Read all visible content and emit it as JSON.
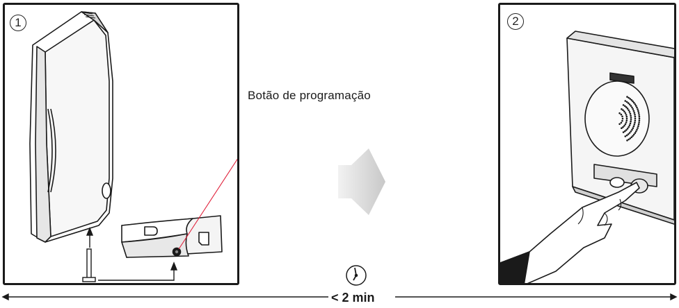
{
  "steps": [
    {
      "number": "1"
    },
    {
      "number": "2"
    }
  ],
  "callout": {
    "label": "Botão de programação"
  },
  "timeline": {
    "duration_label": "< 2 min"
  },
  "icons": [
    "intercom-handset-icon",
    "wall-base-icon",
    "programming-button-icon",
    "next-step-arrow-icon",
    "door-panel-icon",
    "pointing-hand-icon",
    "clock-icon"
  ],
  "colors": {
    "callout_line": "#e0203a",
    "stroke": "#1a1a1a",
    "arrow": "#d9d9d9"
  }
}
